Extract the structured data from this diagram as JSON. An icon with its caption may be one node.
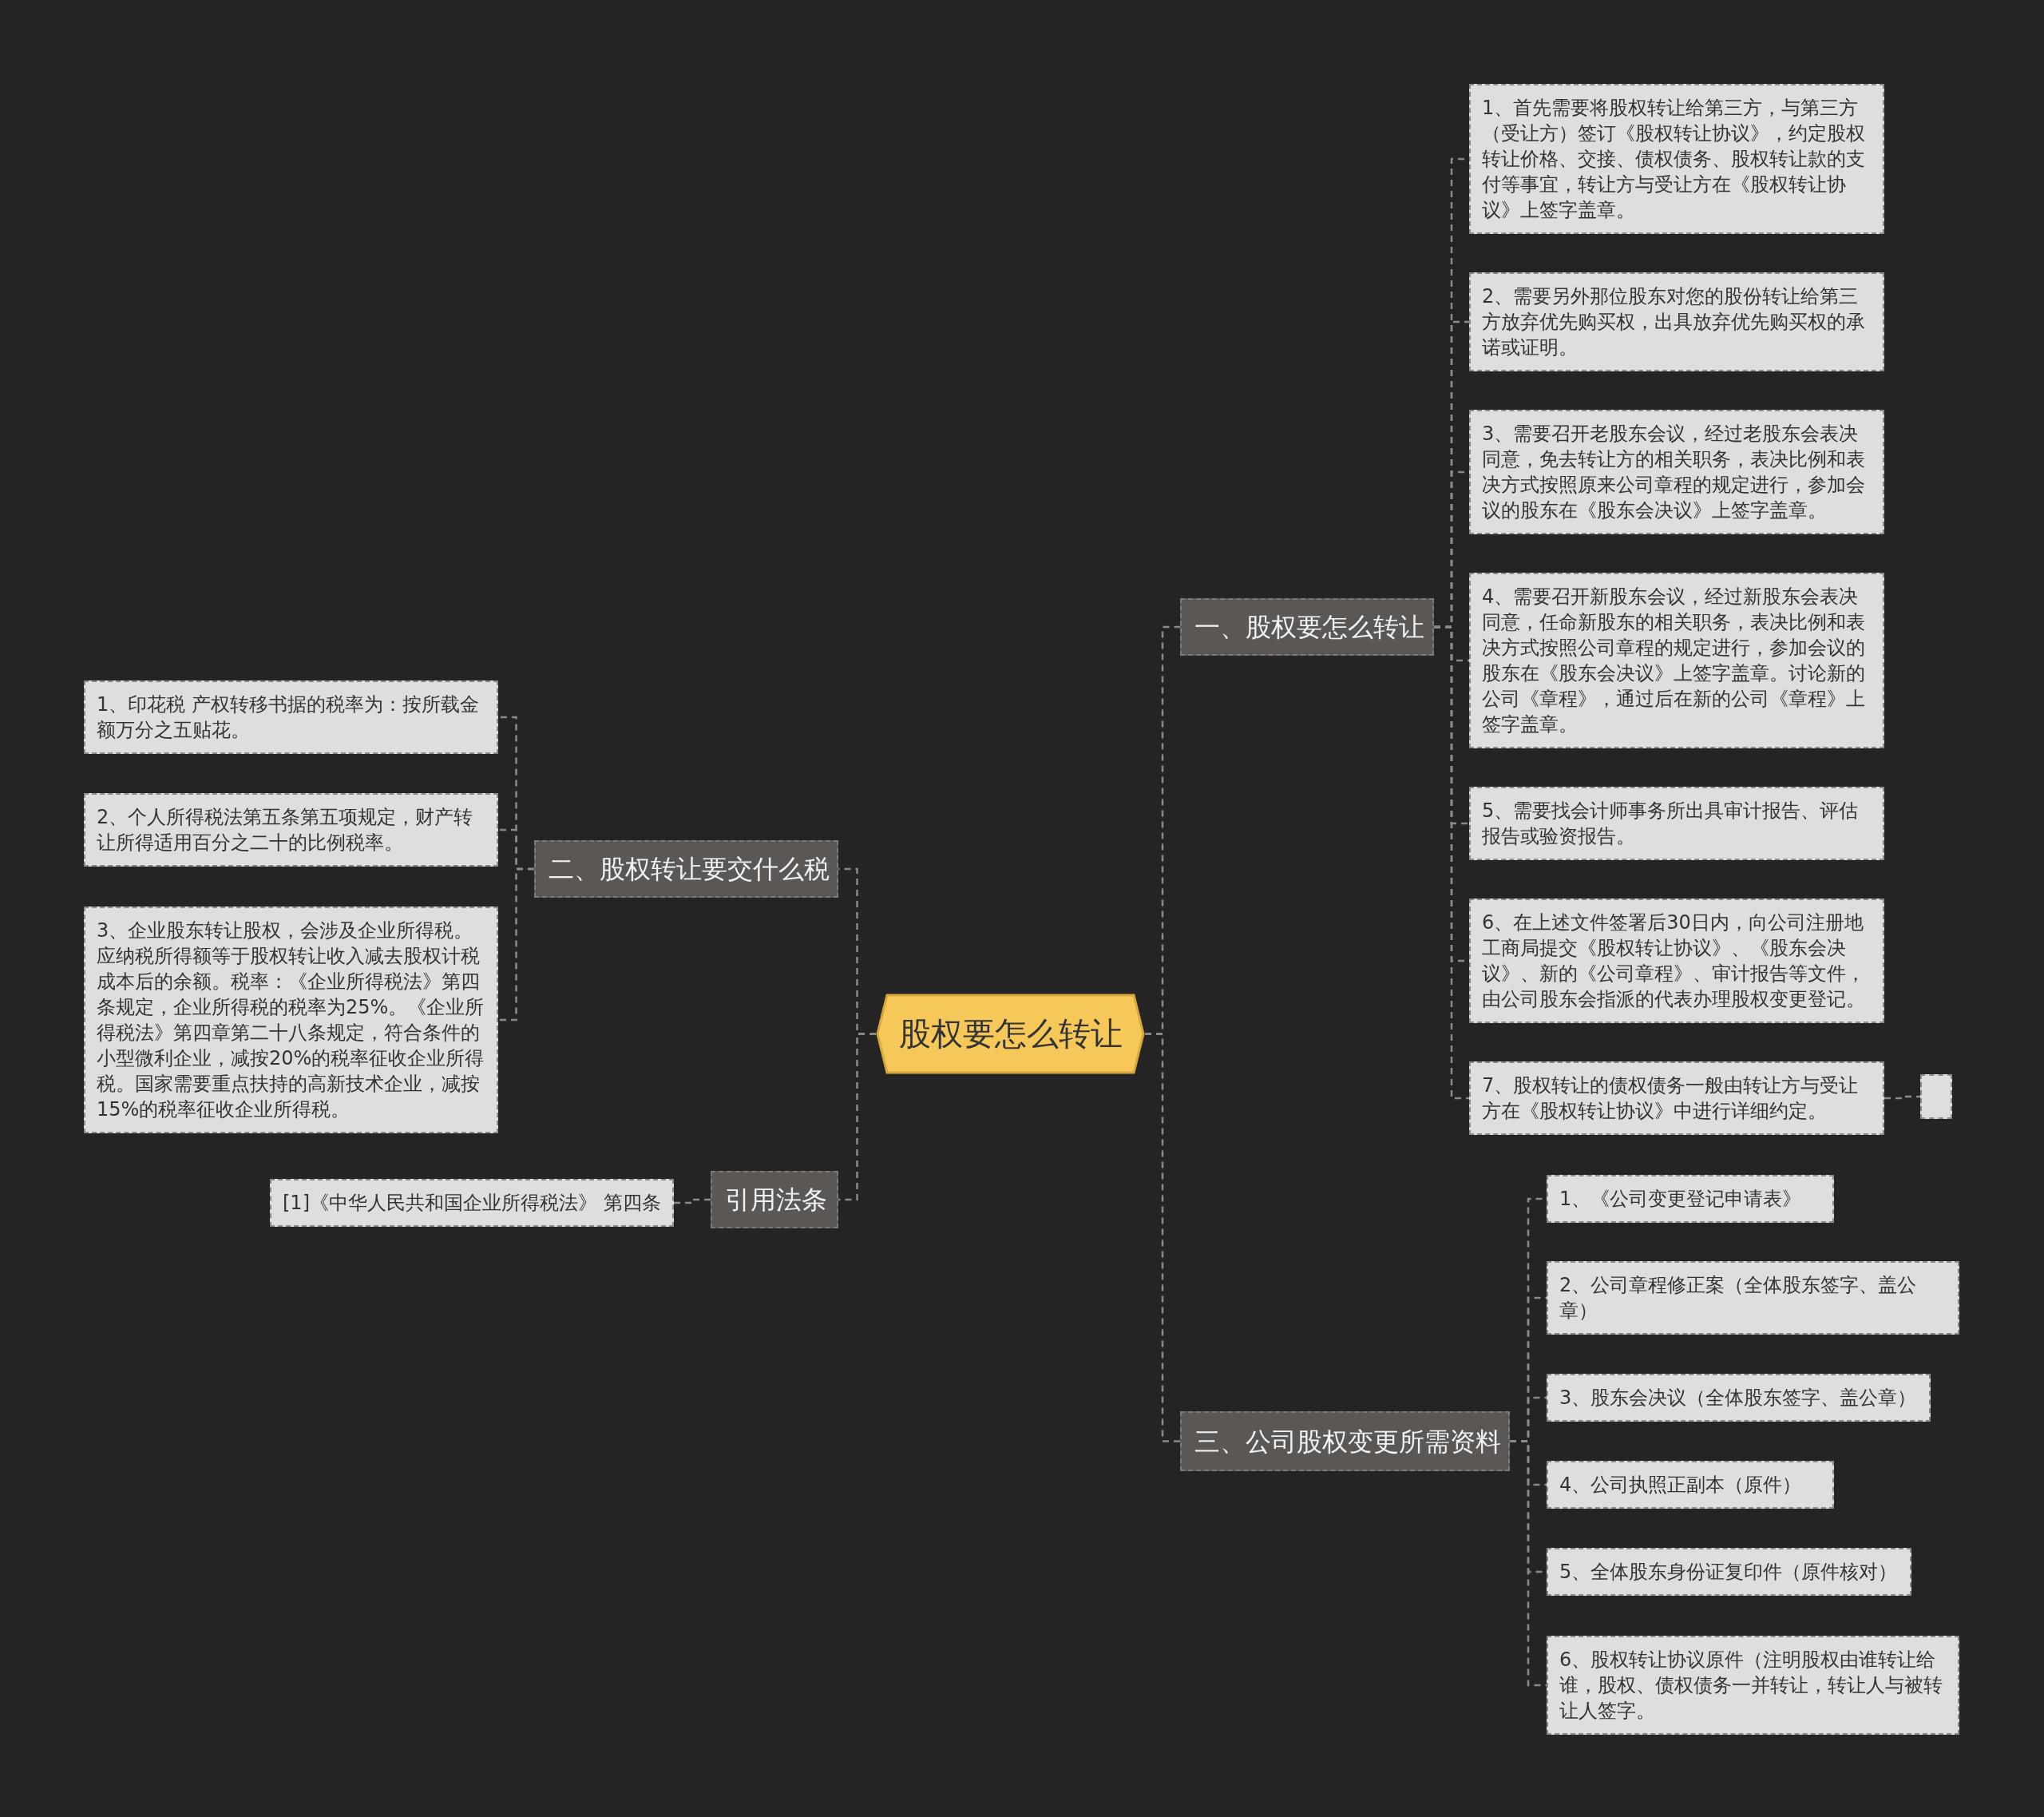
{
  "diagram": {
    "nodes": [
      {
        "text": [
          "股权要怎么转让"
        ]
      },
      {
        "text": [
          "一、股权要怎么转让"
        ]
      },
      {
        "text": [
          "1、首先需要将股权转让给第三方，与第三方（受让方）签订《股权转让协议》，约定股权转让价格、交接、债权债务、股权转让款的支付等事宜，转让方与受让方在《股权转让协议》上签字盖章。"
        ]
      },
      {
        "text": [
          "2、需要另外那位股东对您的股份转让给第三方放弃优先购买权，出具放弃优先购买权的承诺或证明。"
        ]
      },
      {
        "text": [
          "3、需要召开老股东会议，经过老股东会表决同意，免去转让方的相关职务，表决比例和表决方式按照原来公司章程的规定进行，参加会议的股东在《股东会决议》上签字盖章。"
        ]
      },
      {
        "text": [
          "4、需要召开新股东会议，经过新股东会表决同意，任命新股东的相关职务，表决比例和表决方式按照公司章程的规定进行，参加会议的股东在《股东会决议》上签字盖章。讨论新的公司《章程》，通过后在新的公司《章程》上签字盖章。"
        ]
      },
      {
        "text": [
          "5、需要找会计师事务所出具审计报告、评估报告或验资报告。"
        ]
      },
      {
        "text": [
          "6、在上述文件签署后30日内，向公司注册地工商局提交《股权转让协议》、《股东会决议》、新的《公司章程》、审计报告等文件，由公司股东会指派的代表办理股权变更登记。"
        ]
      },
      {
        "text": [
          "7、股权转让的债权债务一般由转让方与受让方在《股权转让协议》中进行详细约定。"
        ]
      },
      {
        "text": [],
        "shape": "box"
      },
      {
        "text": [
          "二、股权转让要交什么税"
        ]
      },
      {
        "text": [
          "1、印花税 产权转移书据的税率为：按所载金额万分之五贴花。"
        ]
      },
      {
        "text": [
          "2、个人所得税法第五条第五项规定，财产转让所得适用百分之二十的比例税率。"
        ]
      },
      {
        "text": [
          "3、企业股东转让股权，会涉及企业所得税。应纳税所得额等于股权转让收入减去股权计税成本后的余额。税率：《企业所得税法》第四条规定，企业所得税的税率为25%。《企业所得税法》第四章第二十八条规定，符合条件的小型微利企业，减按20%的税率征收企业所得税。国家需要重点扶持的高新技术企业，减按15%的税率征收企业所得税。"
        ]
      },
      {
        "text": [
          "三、公司股权变更所需资料"
        ]
      },
      {
        "text": [
          "1、《公司变更登记申请表》"
        ]
      },
      {
        "text": [
          "2、公司章程修正案（全体股东签字、盖公章）"
        ]
      },
      {
        "text": [
          "3、股东会决议（全体股东签字、盖公章）"
        ]
      },
      {
        "text": [
          "4、公司执照正副本（原件）"
        ]
      },
      {
        "text": [
          "5、全体股东身份证复印件（原件核对）"
        ]
      },
      {
        "text": [
          "6、股权转让协议原件（注明股权由谁转让给谁，股权、债权债务一并转让，转让人与被转让人签字。"
        ]
      },
      {
        "text": [
          "引用法条"
        ]
      },
      {
        "text": [
          "[1]《中华人民共和国企业所得税法》 第四条"
        ]
      }
    ],
    "edges": [
      {
        "from": 0,
        "to": 1,
        "arrow": "none"
      },
      {
        "from": 1,
        "to": 2,
        "arrow": "none"
      },
      {
        "from": 1,
        "to": 3,
        "arrow": "none"
      },
      {
        "from": 1,
        "to": 4,
        "arrow": "none"
      },
      {
        "from": 1,
        "to": 5,
        "arrow": "none"
      },
      {
        "from": 1,
        "to": 6,
        "arrow": "none"
      },
      {
        "from": 1,
        "to": 7,
        "arrow": "none"
      },
      {
        "from": 1,
        "to": 8,
        "arrow": "none"
      },
      {
        "from": 8,
        "to": 9,
        "arrow": "none"
      },
      {
        "from": 0,
        "to": 10,
        "arrow": "none"
      },
      {
        "from": 10,
        "to": 11,
        "arrow": "none"
      },
      {
        "from": 10,
        "to": 12,
        "arrow": "none"
      },
      {
        "from": 10,
        "to": 13,
        "arrow": "none"
      },
      {
        "from": 0,
        "to": 14,
        "arrow": "none"
      },
      {
        "from": 14,
        "to": 15,
        "arrow": "none"
      },
      {
        "from": 14,
        "to": 16,
        "arrow": "none"
      },
      {
        "from": 14,
        "to": 17,
        "arrow": "none"
      },
      {
        "from": 14,
        "to": 18,
        "arrow": "none"
      },
      {
        "from": 14,
        "to": 19,
        "arrow": "none"
      },
      {
        "from": 14,
        "to": 20,
        "arrow": "none"
      },
      {
        "from": 0,
        "to": 21,
        "arrow": "none"
      },
      {
        "from": 21,
        "to": 22,
        "arrow": "none"
      }
    ]
  }
}
